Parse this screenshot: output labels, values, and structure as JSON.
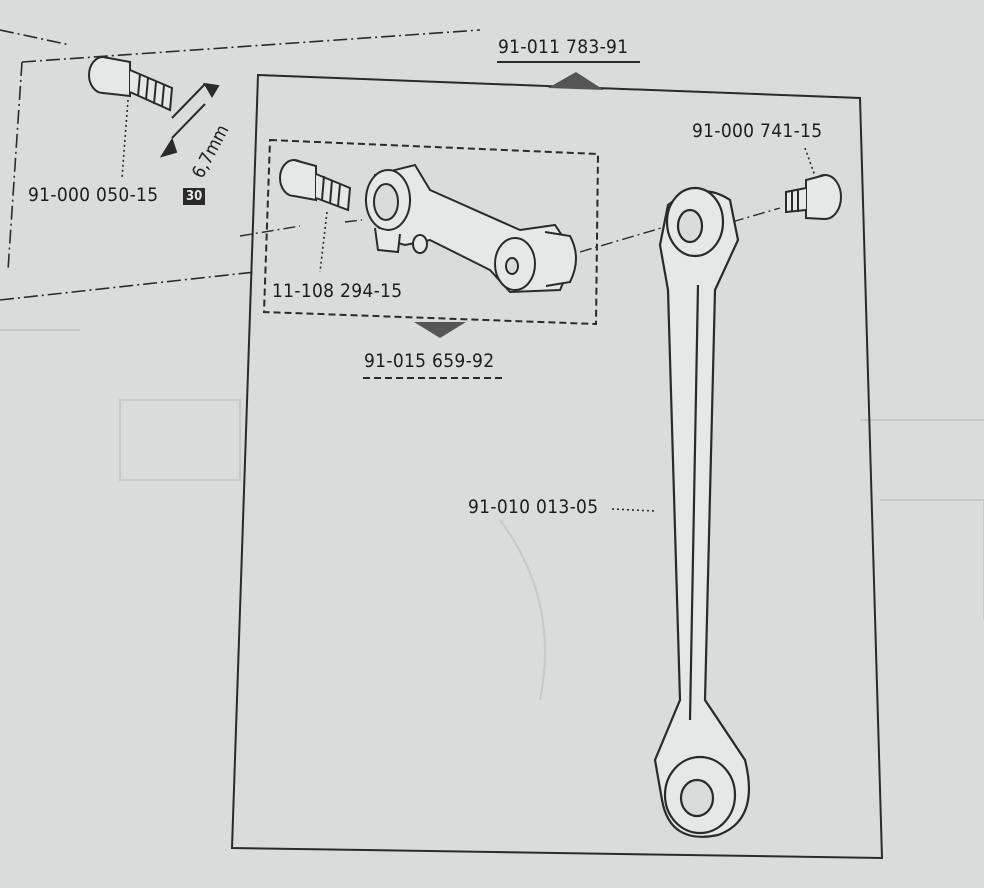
{
  "labels": {
    "assembly_top": "91-011 783-91",
    "screw_left": "91-000 050-15",
    "badge_left": "30",
    "dimension": "6,7mm",
    "screw_right": "91-000 741-15",
    "screw_inner": "11-108 294-15",
    "crank_assembly": "91-015 659-92",
    "rod": "91-010 013-05"
  },
  "colors": {
    "paper": "#d9dcdb",
    "line": "#2a2a2a"
  }
}
